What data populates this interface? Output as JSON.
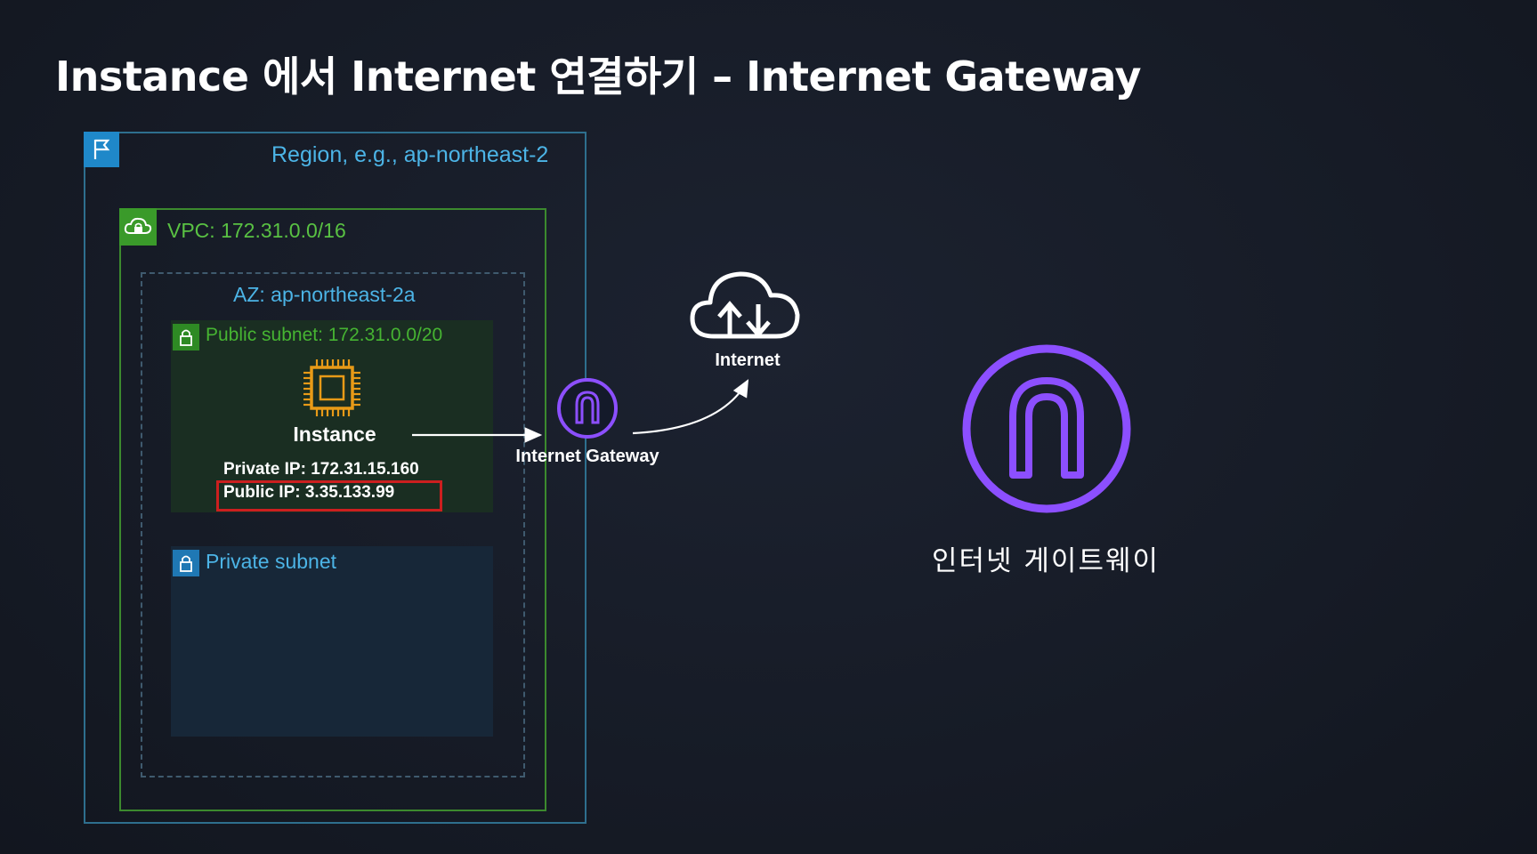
{
  "title": "Instance 에서 Internet 연결하기 – Internet Gateway",
  "region": {
    "label": "Region, e.g., ap-northeast-2",
    "icon": "flag-icon"
  },
  "vpc": {
    "label": "VPC: 172.31.0.0/16",
    "icon": "cloud-lock-icon"
  },
  "az": {
    "label": "AZ: ap-northeast-2a"
  },
  "public_subnet": {
    "label": "Public subnet: 172.31.0.0/20",
    "icon": "lock-icon"
  },
  "private_subnet": {
    "label": "Private subnet",
    "icon": "lock-icon"
  },
  "instance": {
    "label": "Instance",
    "icon": "chip-icon",
    "private_ip": "Private IP: 172.31.15.160",
    "public_ip": "Public IP: 3.35.133.99"
  },
  "igw_small": {
    "label": "Internet Gateway",
    "icon": "gateway-arch-icon"
  },
  "internet": {
    "label": "Internet",
    "icon": "cloud-upload-download-icon"
  },
  "igw_big": {
    "label": "인터넷 게이트웨이",
    "icon": "gateway-arch-icon"
  },
  "colors": {
    "region": "#2e6f8e",
    "vpc": "#3c8a2e",
    "public_subnet": "#1a2e22",
    "private_subnet": "#172738",
    "gateway": "#8c4fff",
    "chip": "#e89a17",
    "highlight": "#cc1f1f"
  }
}
